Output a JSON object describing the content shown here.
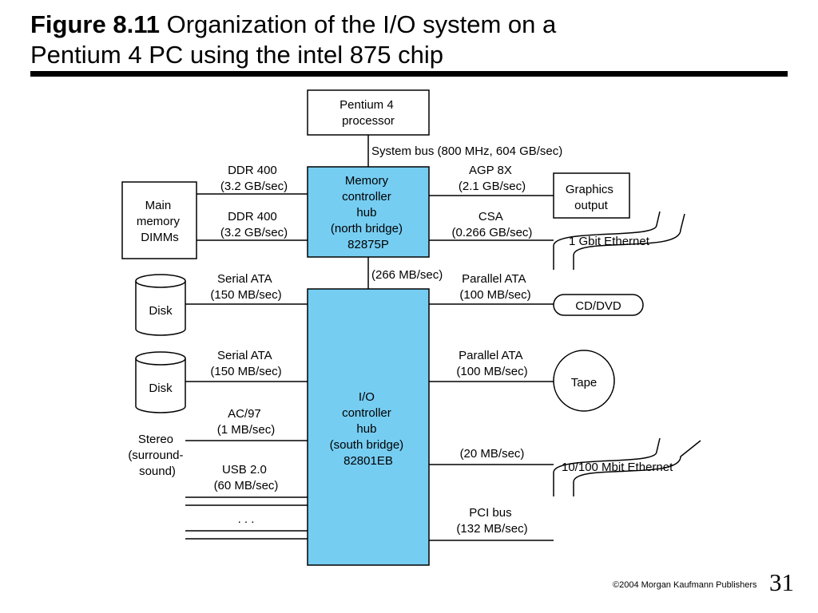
{
  "title": {
    "figure": "Figure 8.11",
    "line1": " Organization of the I/O system on a",
    "line2": "Pentium 4 PC using the intel 875 chip"
  },
  "colors": {
    "hub_fill": "#76cdf2",
    "stroke": "#000000",
    "rule": "#000000"
  },
  "nodes": {
    "cpu": [
      "Pentium 4",
      "processor"
    ],
    "mch": [
      "Memory",
      "controller",
      "hub",
      "(north bridge)",
      "82875P"
    ],
    "ich": [
      "I/O",
      "controller",
      "hub",
      "(south bridge)",
      "82801EB"
    ],
    "memory": [
      "Main",
      "memory",
      "DIMMs"
    ],
    "graphics": [
      "Graphics",
      "output"
    ],
    "disk1": "Disk",
    "disk2": "Disk",
    "cddvd": "CD/DVD",
    "tape": "Tape",
    "stereo": [
      "Stereo",
      "(surround-",
      "sound)"
    ],
    "gbe": "1 Gbit Ethernet",
    "ethernet100": "10/100 Mbit Ethernet"
  },
  "links": {
    "system_bus": "System bus (800 MHz, 604 GB/sec)",
    "ddr_a": [
      "DDR 400",
      "(3.2 GB/sec)"
    ],
    "ddr_b": [
      "DDR 400",
      "(3.2 GB/sec)"
    ],
    "agp": [
      "AGP 8X",
      "(2.1 GB/sec)"
    ],
    "csa": [
      "CSA",
      "(0.266 GB/sec)"
    ],
    "hub_link": "(266 MB/sec)",
    "sata_a": [
      "Serial ATA",
      "(150 MB/sec)"
    ],
    "sata_b": [
      "Serial ATA",
      "(150 MB/sec)"
    ],
    "pata_a": [
      "Parallel ATA",
      "(100 MB/sec)"
    ],
    "pata_b": [
      "Parallel ATA",
      "(100 MB/sec)"
    ],
    "ac97": [
      "AC/97",
      "(1 MB/sec)"
    ],
    "usb": [
      "USB 2.0",
      "(60 MB/sec)"
    ],
    "dots": ". . .",
    "lan": "(20 MB/sec)",
    "pci": [
      "PCI bus",
      "(132 MB/sec)"
    ]
  },
  "footer": {
    "copyright": "©2004 Morgan Kaufmann Publishers",
    "page": "31"
  }
}
